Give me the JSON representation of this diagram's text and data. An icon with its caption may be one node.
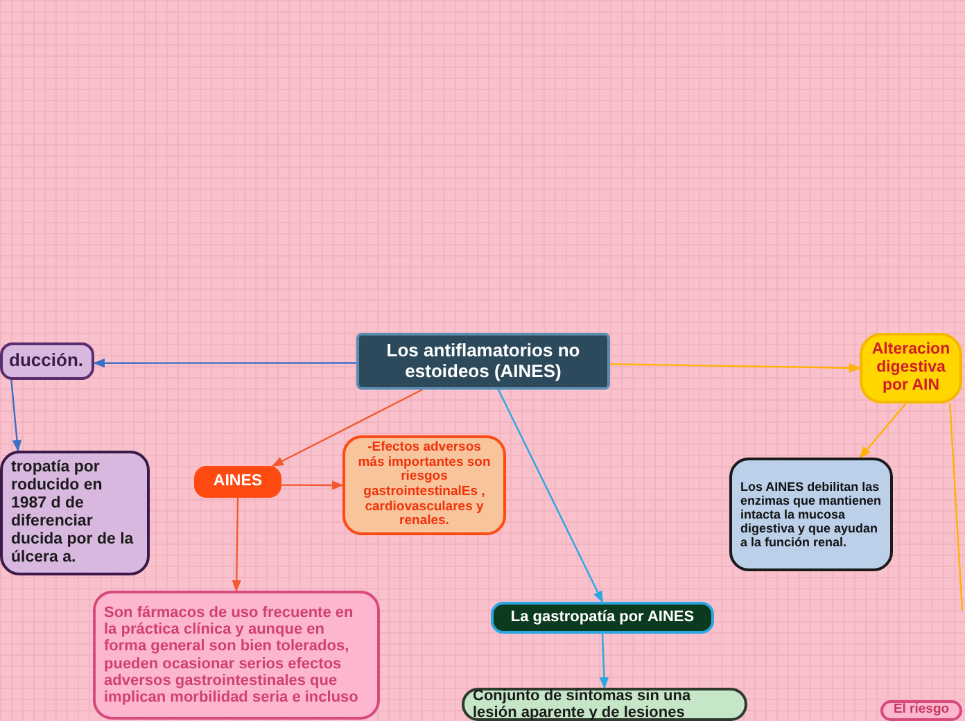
{
  "diagram": {
    "nodes": [
      {
        "text": [
          "Los antiflamatorios no estoideos (AINES)"
        ]
      },
      {
        "text": [
          "ducción."
        ]
      },
      {
        "text": [
          "tropatía por roducido en 1987 d de diferenciar ducida por de la úlcera a."
        ]
      },
      {
        "text": [
          "AINES"
        ]
      },
      {
        "text": [
          "-Efectos adversos más importantes son riesgos gastrointestinalEs , cardiovasculares y renales."
        ]
      },
      {
        "text": [
          "Son fármacos de uso frecuente en la práctica clínica y aunque en forma general son bien tolerados, pueden ocasionar serios efectos adversos gastrointestinales que implican morbilidad seria e incluso"
        ]
      },
      {
        "text": [
          "La gastropatía por AINES"
        ]
      },
      {
        "text": [
          "Conjunto de síntomas sin una lesión aparente y de lesiones"
        ]
      },
      {
        "text": [
          "Alteracion digestiva por AIN"
        ]
      },
      {
        "text": [
          "Los AINES debilitan las enzimas que mantienen intacta la mucosa digestiva y que ayudan a la función renal."
        ]
      },
      {
        "text": [
          "El riesgo"
        ]
      }
    ],
    "edges": [
      {
        "from": 0,
        "to": 1,
        "arrow": "to",
        "color": "#3b6fc6"
      },
      {
        "from": 1,
        "to": 2,
        "arrow": "to",
        "color": "#3b6fc6"
      },
      {
        "from": 0,
        "to": 3,
        "arrow": "to",
        "color": "#f25a2e"
      },
      {
        "from": 3,
        "to": 4,
        "arrow": "to",
        "color": "#f25a2e"
      },
      {
        "from": 3,
        "to": 5,
        "arrow": "to",
        "color": "#f25a2e"
      },
      {
        "from": 0,
        "to": 6,
        "arrow": "to",
        "color": "#2aa7e2"
      },
      {
        "from": 6,
        "to": 7,
        "arrow": "to",
        "color": "#2aa7e2"
      },
      {
        "from": 0,
        "to": 8,
        "arrow": "to",
        "color": "#ffb300"
      },
      {
        "from": 8,
        "to": 9,
        "arrow": "to",
        "color": "#ffb300"
      },
      {
        "from": 8,
        "to": null,
        "arrow": "none",
        "color": "#ffb300"
      }
    ]
  }
}
